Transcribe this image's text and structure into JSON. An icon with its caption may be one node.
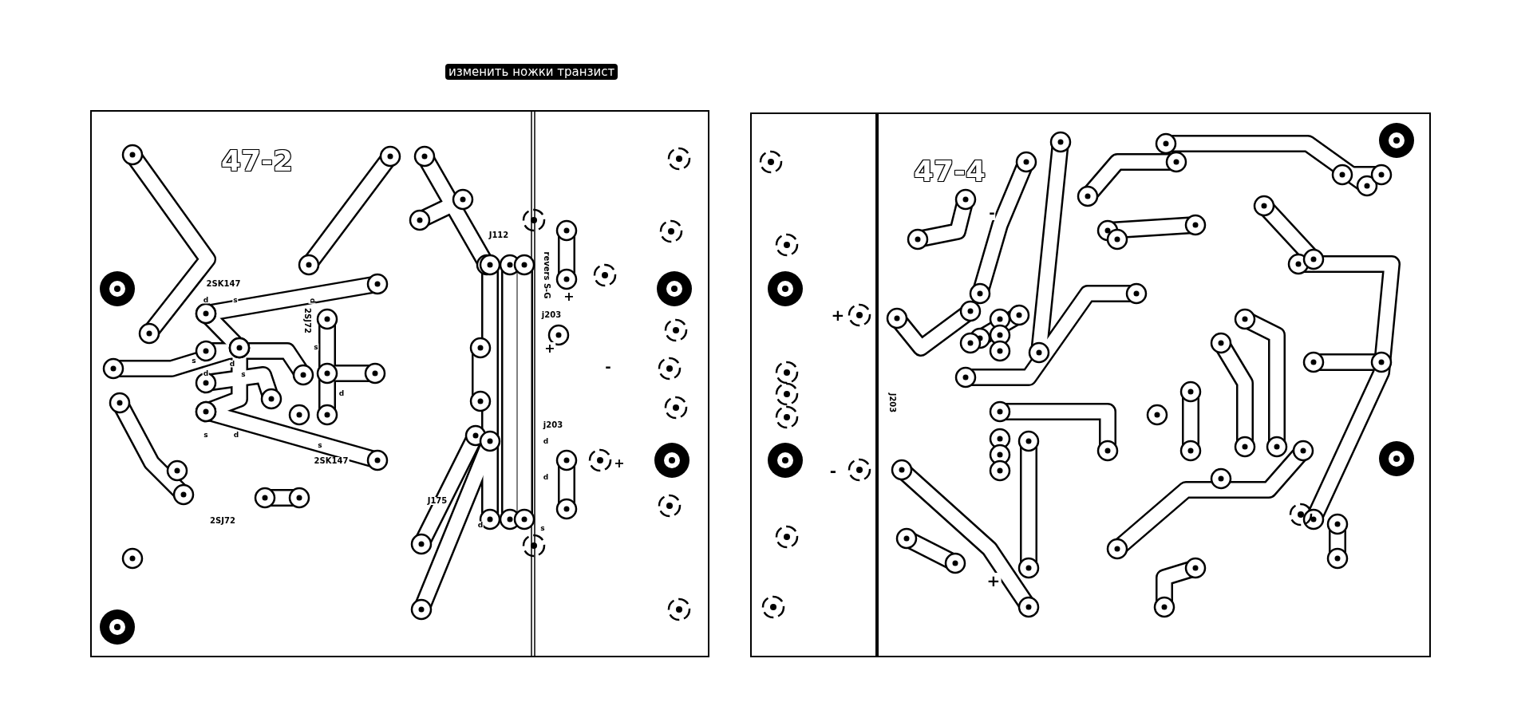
{
  "diagram": {
    "title": "изменить ножки транзист",
    "labels": [
      "47-2",
      "2SK147",
      "d",
      "s",
      "d",
      "2SJ72",
      "s",
      "s",
      "d",
      "d",
      "s",
      "d",
      "s",
      "d",
      "s",
      "2SK147",
      "2SJ72",
      "J112",
      "revers S-G",
      "+",
      "j203",
      "+",
      "-",
      "j203",
      "d",
      "+",
      "d",
      "J175",
      "d",
      "s",
      "47-4",
      "-",
      "+",
      "J203",
      "-",
      "+"
    ]
  }
}
